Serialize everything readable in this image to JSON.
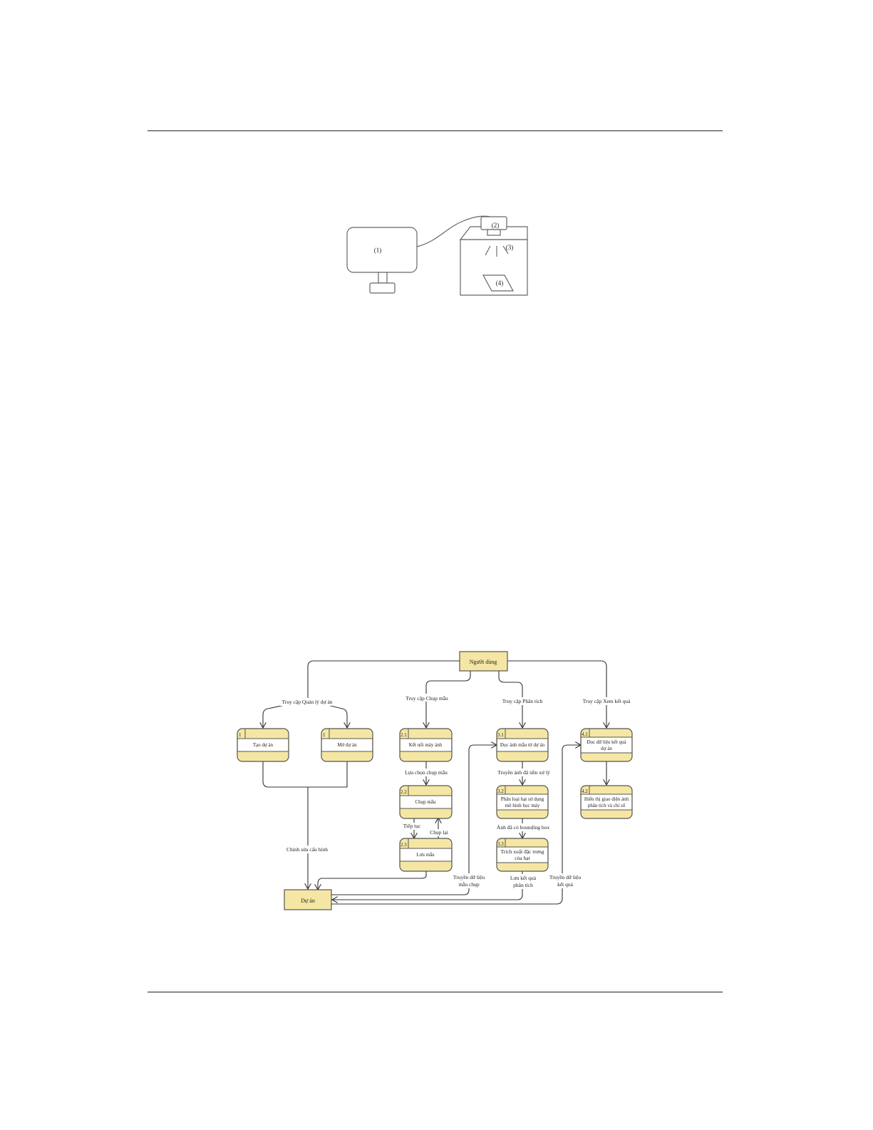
{
  "figure1": {
    "labels": [
      "(1)",
      "(2)",
      "(3)",
      "(4)"
    ]
  },
  "dfd": {
    "user": "Người dùng",
    "store": "Dự án",
    "processes": [
      {
        "id": "1",
        "label": "Tạo dự án"
      },
      {
        "id": "1",
        "label": "Mở dự án"
      },
      {
        "id": "2.1",
        "label": "Kết nối máy ảnh"
      },
      {
        "id": "2.2",
        "label": "Chụp mẫu"
      },
      {
        "id": "2.3",
        "label": "Lưu mẫu"
      },
      {
        "id": "3.1",
        "label": "Đọc ảnh mẫu từ dự án"
      },
      {
        "id": "3.2",
        "label": [
          "Phân loại hạt sử dụng",
          "mô hình học máy"
        ]
      },
      {
        "id": "3.3",
        "label": [
          "Trích xuất đặc trưng",
          "của hạt"
        ]
      },
      {
        "id": "4.1",
        "label": [
          "Đọc dữ liệu kết quả",
          "dự án"
        ]
      },
      {
        "id": "4.2",
        "label": [
          "Hiển thị giao diện ảnh",
          "phân tích và chỉ số"
        ]
      }
    ],
    "flows": {
      "access_project": "Truy cập Quản lý dự án",
      "access_capture": "Truy cập Chụp mẫu",
      "access_analysis": "Truy cập Phân tích",
      "access_results": "Truy cập Xem kết quả",
      "select_capture": "Lựa chọn chụp mẫu",
      "continue": "Tiếp tục",
      "recapture": "Chụp lại",
      "edit_config": "Chỉnh sửa cấu hình",
      "send_sample_data": [
        "Truyền dữ liệu",
        "mẫu chụp"
      ],
      "send_preprocessed": "Truyền ảnh đã tiền xử lý",
      "bbox_image": "Ảnh đã có bounding box",
      "save_results": [
        "Lưu kết quả",
        "phân tích"
      ],
      "send_results": [
        "Truyền dữ liệu",
        "kết quả"
      ]
    }
  }
}
